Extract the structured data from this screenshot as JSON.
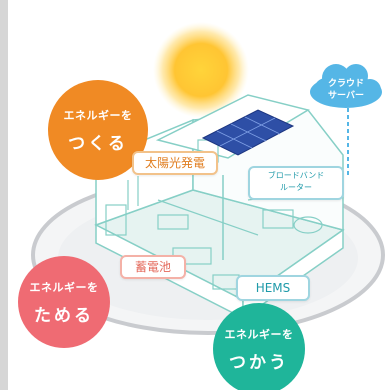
{
  "bubbles": {
    "create_small": "エネルギーを",
    "create_big": "つくる",
    "store_small": "エネルギーを",
    "store_big": "ためる",
    "use_small": "エネルギーを",
    "use_big": "つかう"
  },
  "labels": {
    "solar": "太陽光発電",
    "battery": "蓄電池",
    "hems": "HEMS",
    "router_line1": "ブロードバンド",
    "router_line2": "ルーター"
  },
  "cloud": {
    "line1": "クラウド",
    "line2": "サーバー"
  },
  "colors": {
    "create": "#f08a24",
    "store": "#ef6b73",
    "use": "#1fb59a",
    "cloud": "#55b6e6",
    "sun": "#f8c21e"
  }
}
